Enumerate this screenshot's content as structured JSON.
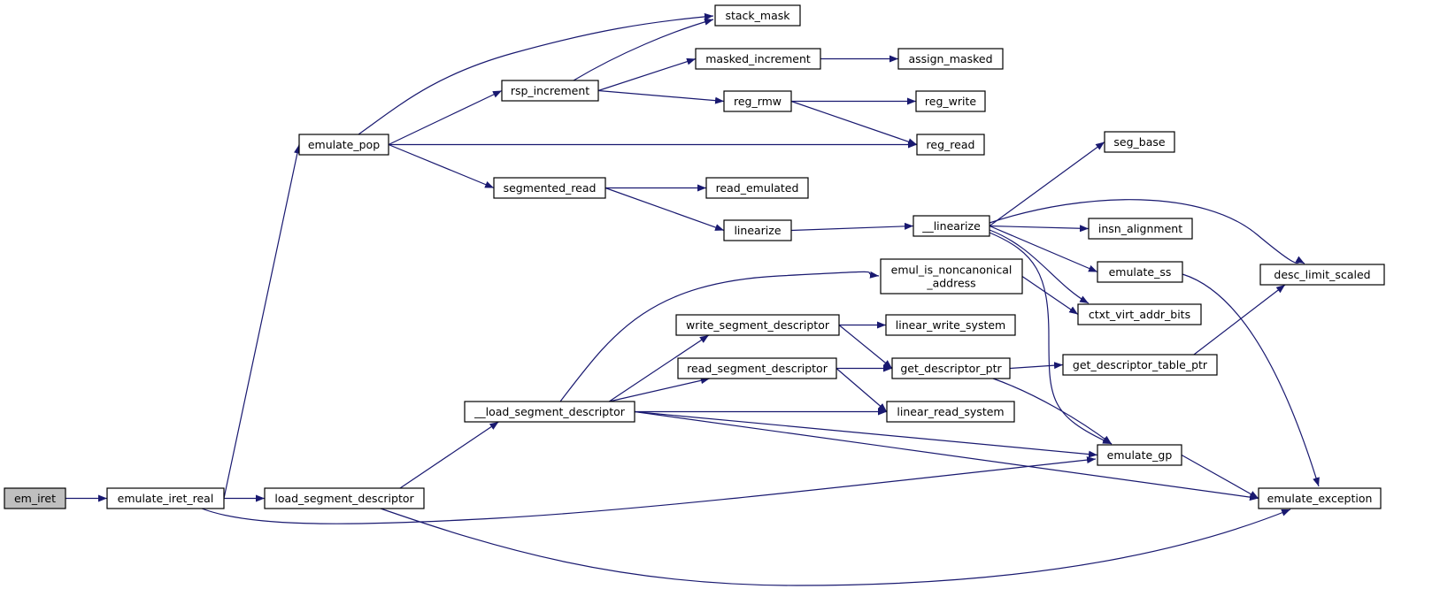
{
  "graph": {
    "edge_color": "#191970",
    "root_fill": "#bfbfbf",
    "nodes": [
      {
        "id": "em_iret",
        "label": [
          "em_iret"
        ],
        "root": true
      },
      {
        "id": "emulate_iret_real",
        "label": [
          "emulate_iret_real"
        ]
      },
      {
        "id": "emulate_pop",
        "label": [
          "emulate_pop"
        ]
      },
      {
        "id": "load_segment_descriptor",
        "label": [
          "load_segment_descriptor"
        ]
      },
      {
        "id": "stack_mask",
        "label": [
          "stack_mask"
        ]
      },
      {
        "id": "rsp_increment",
        "label": [
          "rsp_increment"
        ]
      },
      {
        "id": "masked_increment",
        "label": [
          "masked_increment"
        ]
      },
      {
        "id": "assign_masked",
        "label": [
          "assign_masked"
        ]
      },
      {
        "id": "reg_rmw",
        "label": [
          "reg_rmw"
        ]
      },
      {
        "id": "reg_write",
        "label": [
          "reg_write"
        ]
      },
      {
        "id": "reg_read",
        "label": [
          "reg_read"
        ]
      },
      {
        "id": "segmented_read",
        "label": [
          "segmented_read"
        ]
      },
      {
        "id": "read_emulated",
        "label": [
          "read_emulated"
        ]
      },
      {
        "id": "linearize",
        "label": [
          "linearize"
        ]
      },
      {
        "id": "__linearize",
        "label": [
          "__linearize"
        ]
      },
      {
        "id": "seg_base",
        "label": [
          "seg_base"
        ]
      },
      {
        "id": "insn_alignment",
        "label": [
          "insn_alignment"
        ]
      },
      {
        "id": "emulate_ss",
        "label": [
          "emulate_ss"
        ]
      },
      {
        "id": "desc_limit_scaled",
        "label": [
          "desc_limit_scaled"
        ]
      },
      {
        "id": "ctxt_virt_addr_bits",
        "label": [
          "ctxt_virt_addr_bits"
        ]
      },
      {
        "id": "emul_is_noncanonical_address",
        "label": [
          "emul_is_noncanonical",
          "_address"
        ]
      },
      {
        "id": "write_segment_descriptor",
        "label": [
          "write_segment_descriptor"
        ]
      },
      {
        "id": "linear_write_system",
        "label": [
          "linear_write_system"
        ]
      },
      {
        "id": "read_segment_descriptor",
        "label": [
          "read_segment_descriptor"
        ]
      },
      {
        "id": "get_descriptor_ptr",
        "label": [
          "get_descriptor_ptr"
        ]
      },
      {
        "id": "get_descriptor_table_ptr",
        "label": [
          "get_descriptor_table_ptr"
        ]
      },
      {
        "id": "__load_segment_descriptor",
        "label": [
          "__load_segment_descriptor"
        ]
      },
      {
        "id": "linear_read_system",
        "label": [
          "linear_read_system"
        ]
      },
      {
        "id": "emulate_gp",
        "label": [
          "emulate_gp"
        ]
      },
      {
        "id": "emulate_exception",
        "label": [
          "emulate_exception"
        ]
      }
    ],
    "edges": [
      {
        "from": "em_iret",
        "to": "emulate_iret_real"
      },
      {
        "from": "emulate_iret_real",
        "to": "emulate_pop"
      },
      {
        "from": "emulate_iret_real",
        "to": "load_segment_descriptor"
      },
      {
        "from": "emulate_iret_real",
        "to": "emulate_gp"
      },
      {
        "from": "emulate_pop",
        "to": "stack_mask"
      },
      {
        "from": "emulate_pop",
        "to": "rsp_increment"
      },
      {
        "from": "emulate_pop",
        "to": "reg_read"
      },
      {
        "from": "emulate_pop",
        "to": "segmented_read"
      },
      {
        "from": "rsp_increment",
        "to": "stack_mask"
      },
      {
        "from": "rsp_increment",
        "to": "masked_increment"
      },
      {
        "from": "rsp_increment",
        "to": "reg_rmw"
      },
      {
        "from": "masked_increment",
        "to": "assign_masked"
      },
      {
        "from": "reg_rmw",
        "to": "reg_write"
      },
      {
        "from": "reg_rmw",
        "to": "reg_read"
      },
      {
        "from": "segmented_read",
        "to": "read_emulated"
      },
      {
        "from": "segmented_read",
        "to": "linearize"
      },
      {
        "from": "linearize",
        "to": "__linearize"
      },
      {
        "from": "__linearize",
        "to": "seg_base"
      },
      {
        "from": "__linearize",
        "to": "desc_limit_scaled"
      },
      {
        "from": "__linearize",
        "to": "insn_alignment"
      },
      {
        "from": "__linearize",
        "to": "emulate_ss"
      },
      {
        "from": "__linearize",
        "to": "ctxt_virt_addr_bits"
      },
      {
        "from": "__linearize",
        "to": "emulate_gp"
      },
      {
        "from": "emul_is_noncanonical_address",
        "to": "ctxt_virt_addr_bits"
      },
      {
        "from": "emulate_ss",
        "to": "emulate_exception"
      },
      {
        "from": "get_descriptor_table_ptr",
        "to": "desc_limit_scaled"
      },
      {
        "from": "load_segment_descriptor",
        "to": "__load_segment_descriptor"
      },
      {
        "from": "load_segment_descriptor",
        "to": "emulate_exception"
      },
      {
        "from": "__load_segment_descriptor",
        "to": "emul_is_noncanonical_address"
      },
      {
        "from": "__load_segment_descriptor",
        "to": "write_segment_descriptor"
      },
      {
        "from": "__load_segment_descriptor",
        "to": "read_segment_descriptor"
      },
      {
        "from": "__load_segment_descriptor",
        "to": "linear_read_system"
      },
      {
        "from": "__load_segment_descriptor",
        "to": "emulate_gp"
      },
      {
        "from": "__load_segment_descriptor",
        "to": "emulate_exception"
      },
      {
        "from": "write_segment_descriptor",
        "to": "linear_write_system"
      },
      {
        "from": "write_segment_descriptor",
        "to": "get_descriptor_ptr"
      },
      {
        "from": "read_segment_descriptor",
        "to": "get_descriptor_ptr"
      },
      {
        "from": "read_segment_descriptor",
        "to": "linear_read_system"
      },
      {
        "from": "get_descriptor_ptr",
        "to": "get_descriptor_table_ptr"
      },
      {
        "from": "get_descriptor_ptr",
        "to": "emulate_gp"
      },
      {
        "from": "emulate_gp",
        "to": "emulate_exception"
      }
    ]
  }
}
